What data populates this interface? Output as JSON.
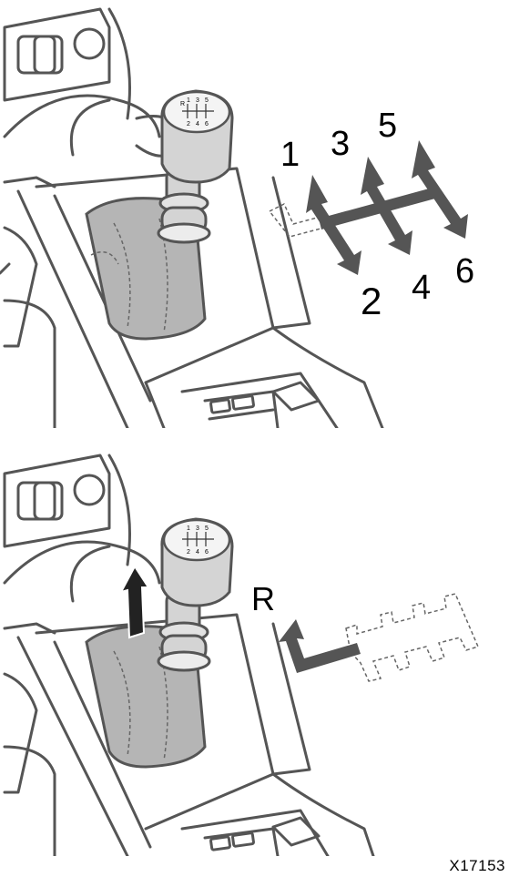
{
  "top": {
    "gears": [
      "1",
      "3",
      "5",
      "2",
      "4",
      "6"
    ],
    "knob_pattern": {
      "top": [
        "R",
        "1",
        "3",
        "5"
      ],
      "bottom": [
        "2",
        "4",
        "6"
      ]
    }
  },
  "bottom": {
    "reverse_label": "R",
    "knob_pattern": {
      "top": [
        "1",
        "3",
        "5"
      ],
      "bottom": [
        "2",
        "4",
        "6"
      ]
    }
  },
  "figure_id": "X17153",
  "colors": {
    "line": "#555555",
    "boot": "#b5b5b5",
    "arrow": "#555555",
    "knob": "#d4d4d4"
  }
}
